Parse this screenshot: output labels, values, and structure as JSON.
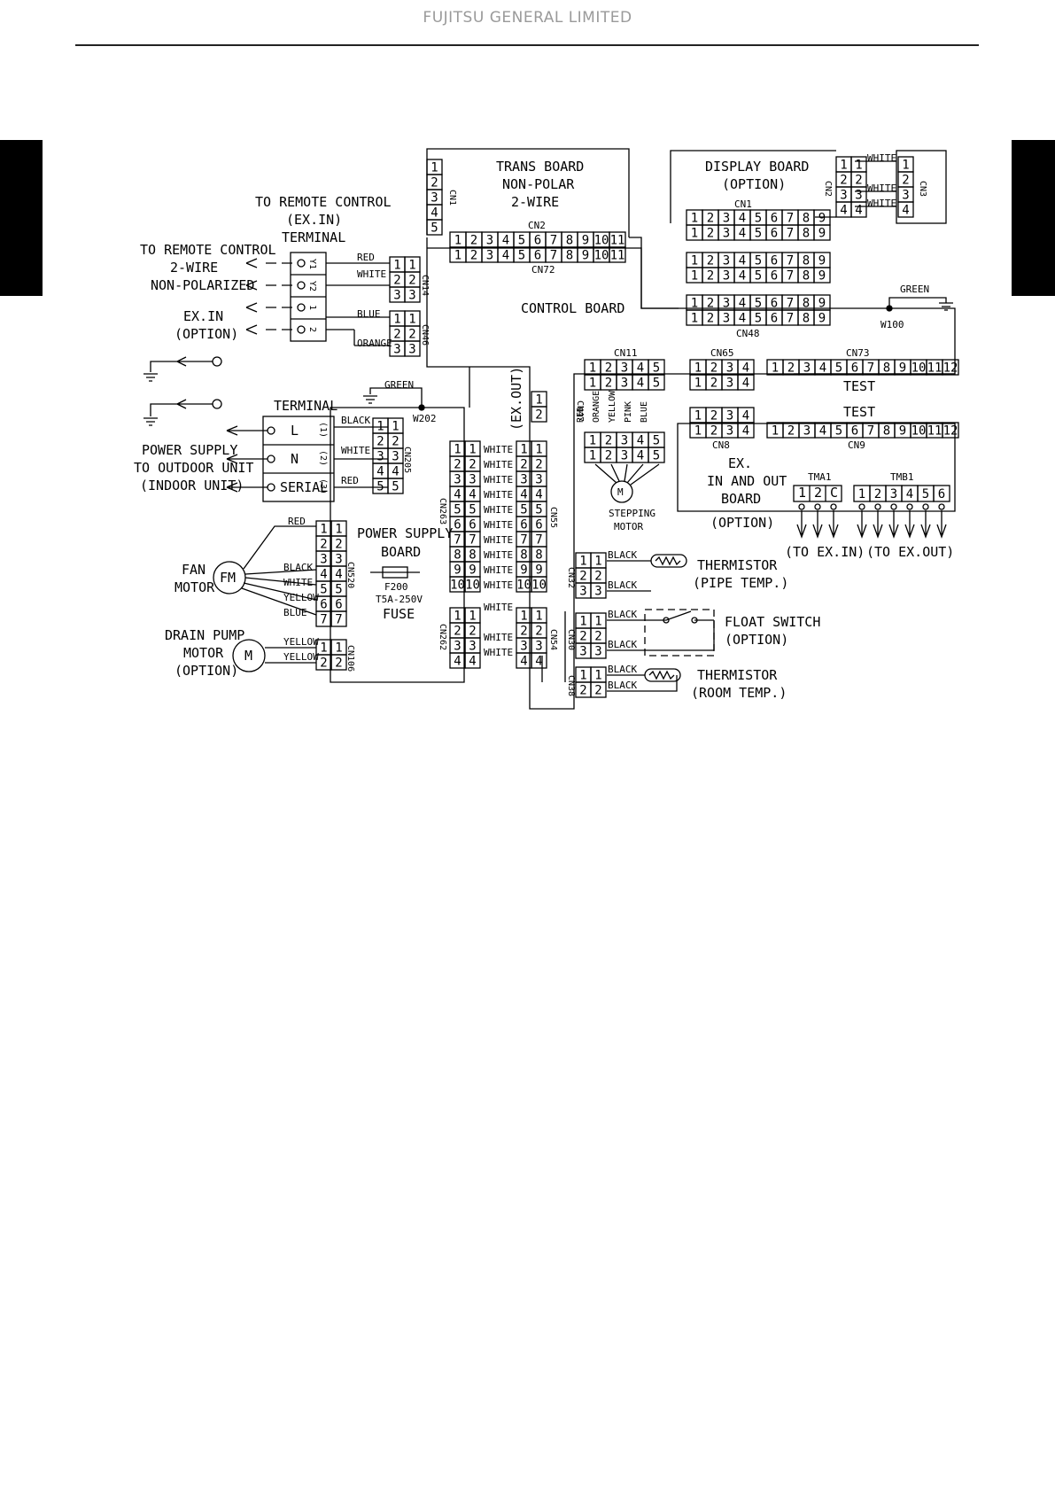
{
  "header": {
    "company": "FUJITSU GENERAL LIMITED"
  },
  "diagram": {
    "boards": {
      "trans": [
        "TRANS BOARD",
        "NON-POLAR",
        "2-WIRE"
      ],
      "display": [
        "DISPLAY BOARD",
        "(OPTION)"
      ],
      "control": "CONTROL BOARD",
      "power_supply": [
        "POWER SUPPLY",
        "BOARD"
      ],
      "exio": [
        "EX.",
        "IN AND OUT",
        "BOARD",
        "(OPTION)"
      ]
    },
    "connectors": {
      "cn1_trans": "CN1",
      "cn2": "CN2",
      "cn72": "CN72",
      "cn1_display": "CN1",
      "cn2_display": "CN2",
      "cn3_display": "CN3",
      "cn14": "CN14",
      "cn46": "CN46",
      "cn48": "CN48",
      "cn11": "CN11",
      "cn65": "CN65",
      "cn73": "CN73",
      "cn8": "CN8",
      "cn9": "CN9",
      "cn47": "CN47",
      "cn205": "CN205",
      "cn263": "CN263",
      "cn55": "CN55",
      "cn520": "CN520",
      "cn106": "CN106",
      "cn262": "CN262",
      "cn54": "CN54",
      "cn32": "CN32",
      "cn30": "CN30",
      "cn38": "CN38",
      "tma1": "TMA1",
      "tmb1": "TMB1"
    },
    "left_labels": {
      "remote_exin": [
        "TO REMOTE CONTROL",
        "(EX.IN)",
        "TERMINAL"
      ],
      "remote_2wire": [
        "TO REMOTE CONTROL",
        "2-WIRE",
        "NON-POLARIZED"
      ],
      "exin_option": [
        "EX.IN",
        "(OPTION)"
      ],
      "terminal": "TERMINAL",
      "power_supply": [
        "POWER SUPPLY",
        "TO OUTDOOR UNIT",
        "(INDOOR UNIT)"
      ],
      "fan_motor": [
        "FAN",
        "MOTOR"
      ],
      "drain_pump": [
        "DRAIN PUMP",
        "MOTOR",
        "(OPTION)"
      ],
      "fm": "FM",
      "m": "M",
      "terminal_pins": [
        "Y1",
        "Y2",
        "1",
        "2"
      ],
      "power_terms": [
        "L",
        "N",
        "SERIAL"
      ],
      "power_nums": [
        "(1)",
        "(2)",
        "(3)"
      ]
    },
    "right_labels": {
      "thermistor_pipe": [
        "THERMISTOR",
        "(PIPE TEMP.)"
      ],
      "float_switch": [
        "FLOAT SWITCH",
        "(OPTION)"
      ],
      "thermistor_room": [
        "THERMISTOR",
        "(ROOM TEMP.)"
      ],
      "stepping_motor": [
        "STEPPING",
        "MOTOR"
      ],
      "to_exin": "(TO EX.IN)",
      "to_exout": "(TO EX.OUT)",
      "test": "TEST",
      "ex_out": "(EX.OUT)",
      "tma1_pins": [
        "1",
        "2",
        "C"
      ]
    },
    "fuse": {
      "ref": "F200",
      "rating": "T5A-250V",
      "label": "FUSE"
    },
    "grounds": {
      "green": "GREEN",
      "w100": "W100",
      "w202": "W202"
    },
    "wire_colors": {
      "red": "RED",
      "white": "WHITE",
      "blue": "BLUE",
      "orange": "ORANGE",
      "black": "BLACK",
      "yellow": "YELLOW",
      "pink": "PINK"
    }
  }
}
